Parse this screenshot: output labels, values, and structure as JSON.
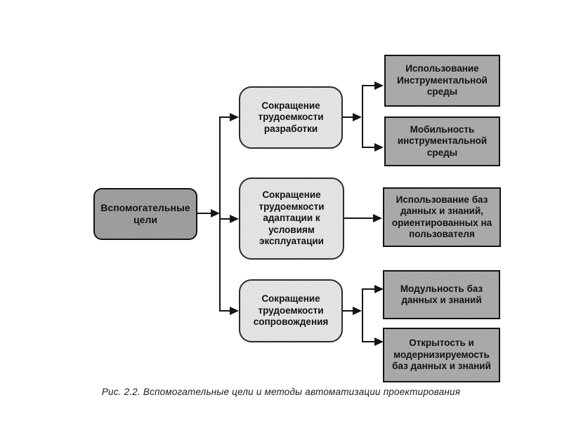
{
  "diagram": {
    "root": {
      "label": "Вспомогательные цели"
    },
    "level2": [
      {
        "label": "Сокращение трудоемкости разработки"
      },
      {
        "label": "Сокращение трудоемкости адаптации к условиям эксплуатации"
      },
      {
        "label": "Сокращение трудоемкости сопровождения"
      }
    ],
    "level3": [
      {
        "label": "Использование Инструментальной среды"
      },
      {
        "label": "Мобильность инструментальной среды"
      },
      {
        "label": "Использование баз данных и знаний, ориентированных на пользователя"
      },
      {
        "label": "Модульность баз данных и знаний"
      },
      {
        "label": "Открытость и модернизируемость баз данных и знаний"
      }
    ],
    "caption": "Рис. 2.2. Вспомогательные цели и методы автоматизации проектирования",
    "colors": {
      "root_fill": "#9b9b9b",
      "mid_fill": "#e7e7e7",
      "leaf_fill": "#a8a8a8",
      "line": "#151515",
      "background": "#ffffff"
    }
  }
}
